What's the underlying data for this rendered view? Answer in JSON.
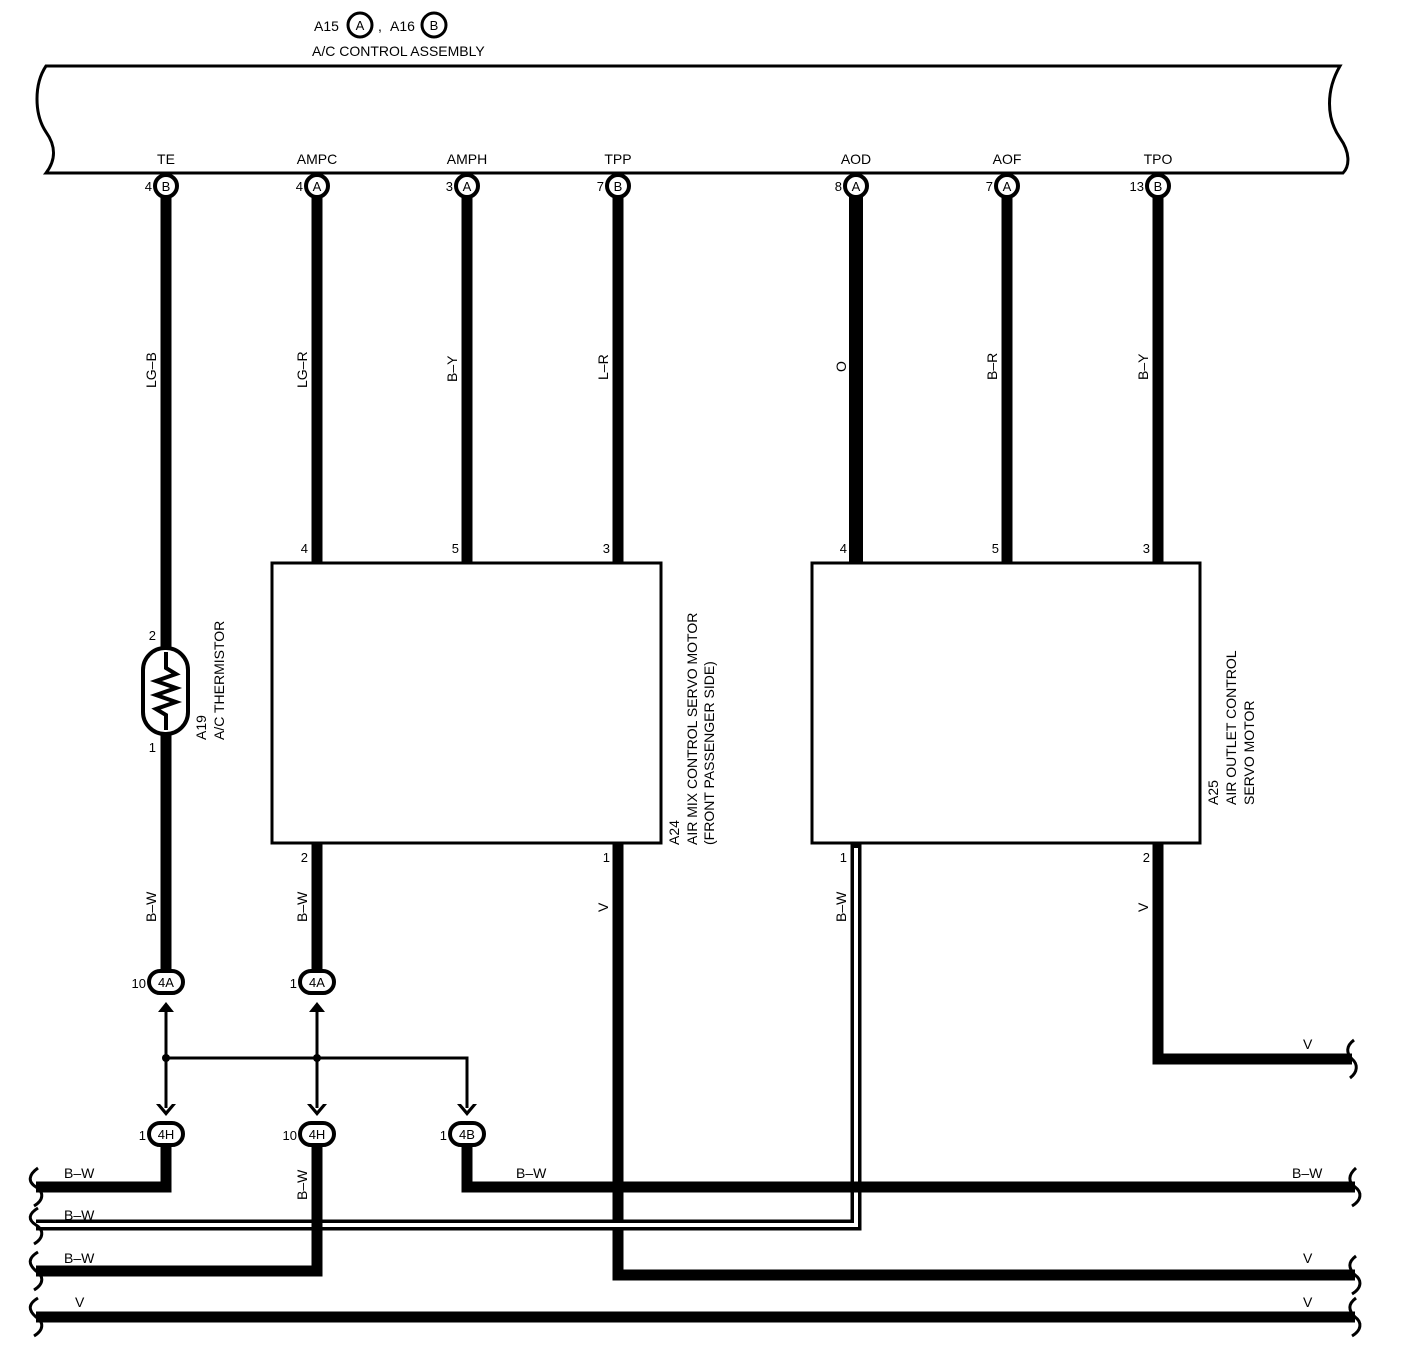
{
  "header": {
    "conn_a_id": "A15",
    "conn_a_letter": "A",
    "separator": ",",
    "conn_b_id": "A16",
    "conn_b_letter": "B",
    "assembly_name": "A/C CONTROL ASSEMBLY"
  },
  "terminals": [
    {
      "name": "TE",
      "pin": "4",
      "conn": "B",
      "wire": "LG–B"
    },
    {
      "name": "AMPC",
      "pin": "4",
      "conn": "A",
      "wire": "LG–R"
    },
    {
      "name": "AMPH",
      "pin": "3",
      "conn": "A",
      "wire": "B–Y"
    },
    {
      "name": "TPP",
      "pin": "7",
      "conn": "B",
      "wire": "L–R"
    },
    {
      "name": "AOD",
      "pin": "8",
      "conn": "A",
      "wire": "O"
    },
    {
      "name": "AOF",
      "pin": "7",
      "conn": "A",
      "wire": "B–R"
    },
    {
      "name": "TPO",
      "pin": "13",
      "conn": "B",
      "wire": "B–Y"
    }
  ],
  "thermistor": {
    "id": "A19",
    "name": "A/C THERMISTOR",
    "pin_top": "2",
    "pin_bottom": "1"
  },
  "servo_left": {
    "id": "A24",
    "name_line1": "AIR MIX CONTROL SERVO MOTOR",
    "name_line2": "(FRONT PASSENGER SIDE)",
    "pins_top": [
      "4",
      "5",
      "3"
    ],
    "pins_bottom": [
      "2",
      "1"
    ]
  },
  "servo_right": {
    "id": "A25",
    "name_line1": "AIR OUTLET CONTROL",
    "name_line2": "SERVO MOTOR",
    "pins_top": [
      "4",
      "5",
      "3"
    ],
    "pins_bottom": [
      "1",
      "2"
    ]
  },
  "lower_wires": {
    "te_bottom": "B–W",
    "ampc_bottom": "B–W",
    "tpp_bottom": "V",
    "aod_bottom": "B–W",
    "tpo_bottom": "V",
    "j4h_bottom": "B–W"
  },
  "junctions": {
    "j4a_left": {
      "pin": "10",
      "code": "4A"
    },
    "j4a_right": {
      "pin": "1",
      "code": "4A"
    },
    "j4h_left": {
      "pin": "1",
      "code": "4H"
    },
    "j4h_right": {
      "pin": "10",
      "code": "4H"
    },
    "j4b": {
      "pin": "1",
      "code": "4B"
    }
  },
  "buses": {
    "bus1_left": "B–W",
    "bus1_mid": "B–W",
    "bus1_right": "B–W",
    "bus2_left": "B–W",
    "bus3_left": "B–W",
    "bus3_right": "V",
    "bus4_left": "V",
    "bus4_right": "V",
    "tpo_out": "V"
  }
}
